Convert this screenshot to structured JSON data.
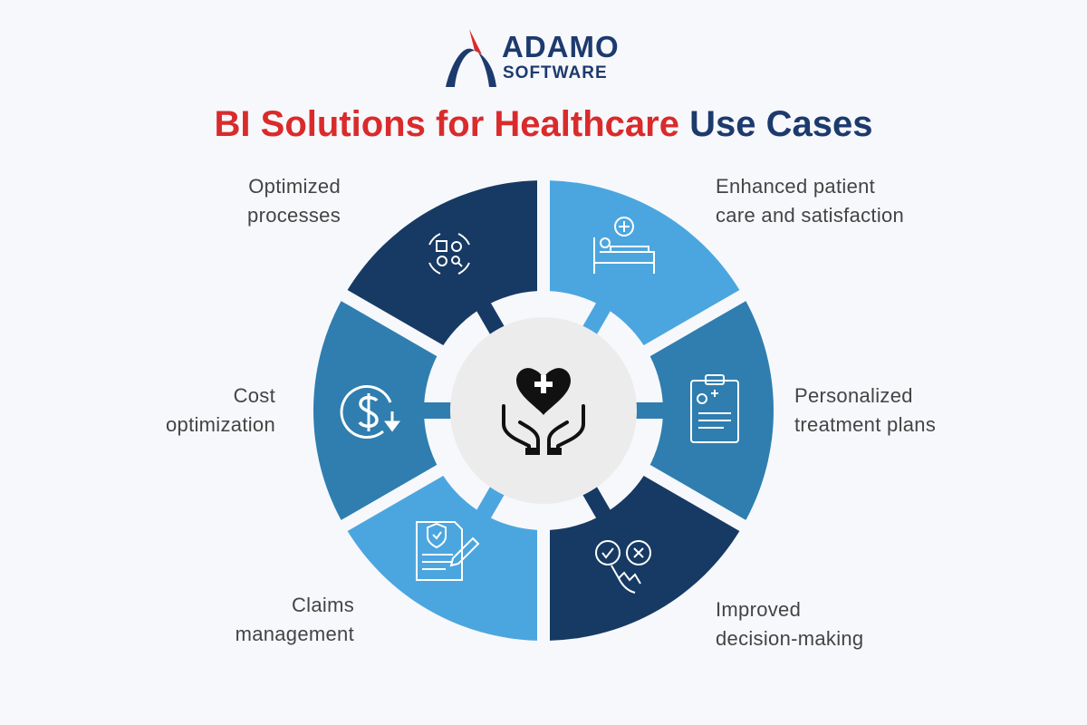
{
  "brand": {
    "line1": "ADAMO",
    "line2": "SOFTWARE"
  },
  "title": {
    "part1": "BI Solutions for Healthcare",
    "part2": "Use Cases"
  },
  "use_cases": [
    {
      "line1": "Optimized",
      "line2": "processes",
      "icon": "process-gears-icon",
      "color": "#163a63"
    },
    {
      "line1": "Enhanced patient",
      "line2": "care and satisfaction",
      "icon": "hospital-bed-icon",
      "color": "#4ba6df"
    },
    {
      "line1": "Personalized",
      "line2": "treatment plans",
      "icon": "clipboard-icon",
      "color": "#2f7eaf"
    },
    {
      "line1": "Improved",
      "line2": "decision-making",
      "icon": "decision-hand-icon",
      "color": "#163a63"
    },
    {
      "line1": "Claims",
      "line2": "management",
      "icon": "document-pen-icon",
      "color": "#4ba6df"
    },
    {
      "line1": "Cost",
      "line2": "optimization",
      "icon": "dollar-cost-icon",
      "color": "#2f7eaf"
    }
  ],
  "center_icon": "heart-hands-icon"
}
